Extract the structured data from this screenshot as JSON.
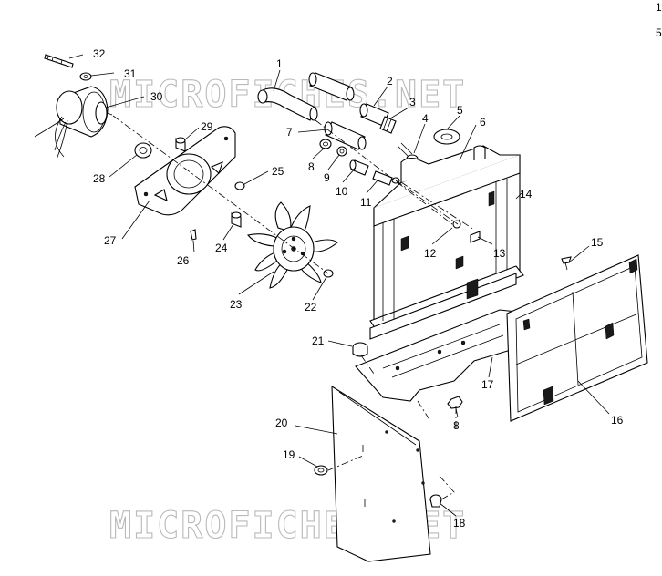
{
  "watermark": {
    "top": "MICROFICHES.NET",
    "bottom": "MICROFICHES.NET"
  },
  "callouts": [
    {
      "id": "c1",
      "text": "1"
    },
    {
      "id": "c2",
      "text": "2"
    },
    {
      "id": "c3",
      "text": "3"
    },
    {
      "id": "c4",
      "text": "4"
    },
    {
      "id": "c5",
      "text": "5"
    },
    {
      "id": "c6",
      "text": "6"
    },
    {
      "id": "c7",
      "text": "7"
    },
    {
      "id": "c8a",
      "text": "8"
    },
    {
      "id": "c8b",
      "text": "8"
    },
    {
      "id": "c9",
      "text": "9"
    },
    {
      "id": "c10",
      "text": "10"
    },
    {
      "id": "c11",
      "text": "11"
    },
    {
      "id": "c12",
      "text": "12"
    },
    {
      "id": "c13",
      "text": "13"
    },
    {
      "id": "c14",
      "text": "14"
    },
    {
      "id": "c15",
      "text": "15"
    },
    {
      "id": "c16",
      "text": "16"
    },
    {
      "id": "c17",
      "text": "17"
    },
    {
      "id": "c18",
      "text": "18"
    },
    {
      "id": "c19",
      "text": "19"
    },
    {
      "id": "c20",
      "text": "20"
    },
    {
      "id": "c21",
      "text": "21"
    },
    {
      "id": "c22",
      "text": "22"
    },
    {
      "id": "c23",
      "text": "23"
    },
    {
      "id": "c24",
      "text": "24"
    },
    {
      "id": "c25",
      "text": "25"
    },
    {
      "id": "c26",
      "text": "26"
    },
    {
      "id": "c27",
      "text": "27"
    },
    {
      "id": "c28",
      "text": "28"
    },
    {
      "id": "c29",
      "text": "29"
    },
    {
      "id": "c30",
      "text": "30"
    },
    {
      "id": "c31",
      "text": "31"
    },
    {
      "id": "c32",
      "text": "32"
    }
  ],
  "edge_marks": [
    "1",
    "5"
  ]
}
